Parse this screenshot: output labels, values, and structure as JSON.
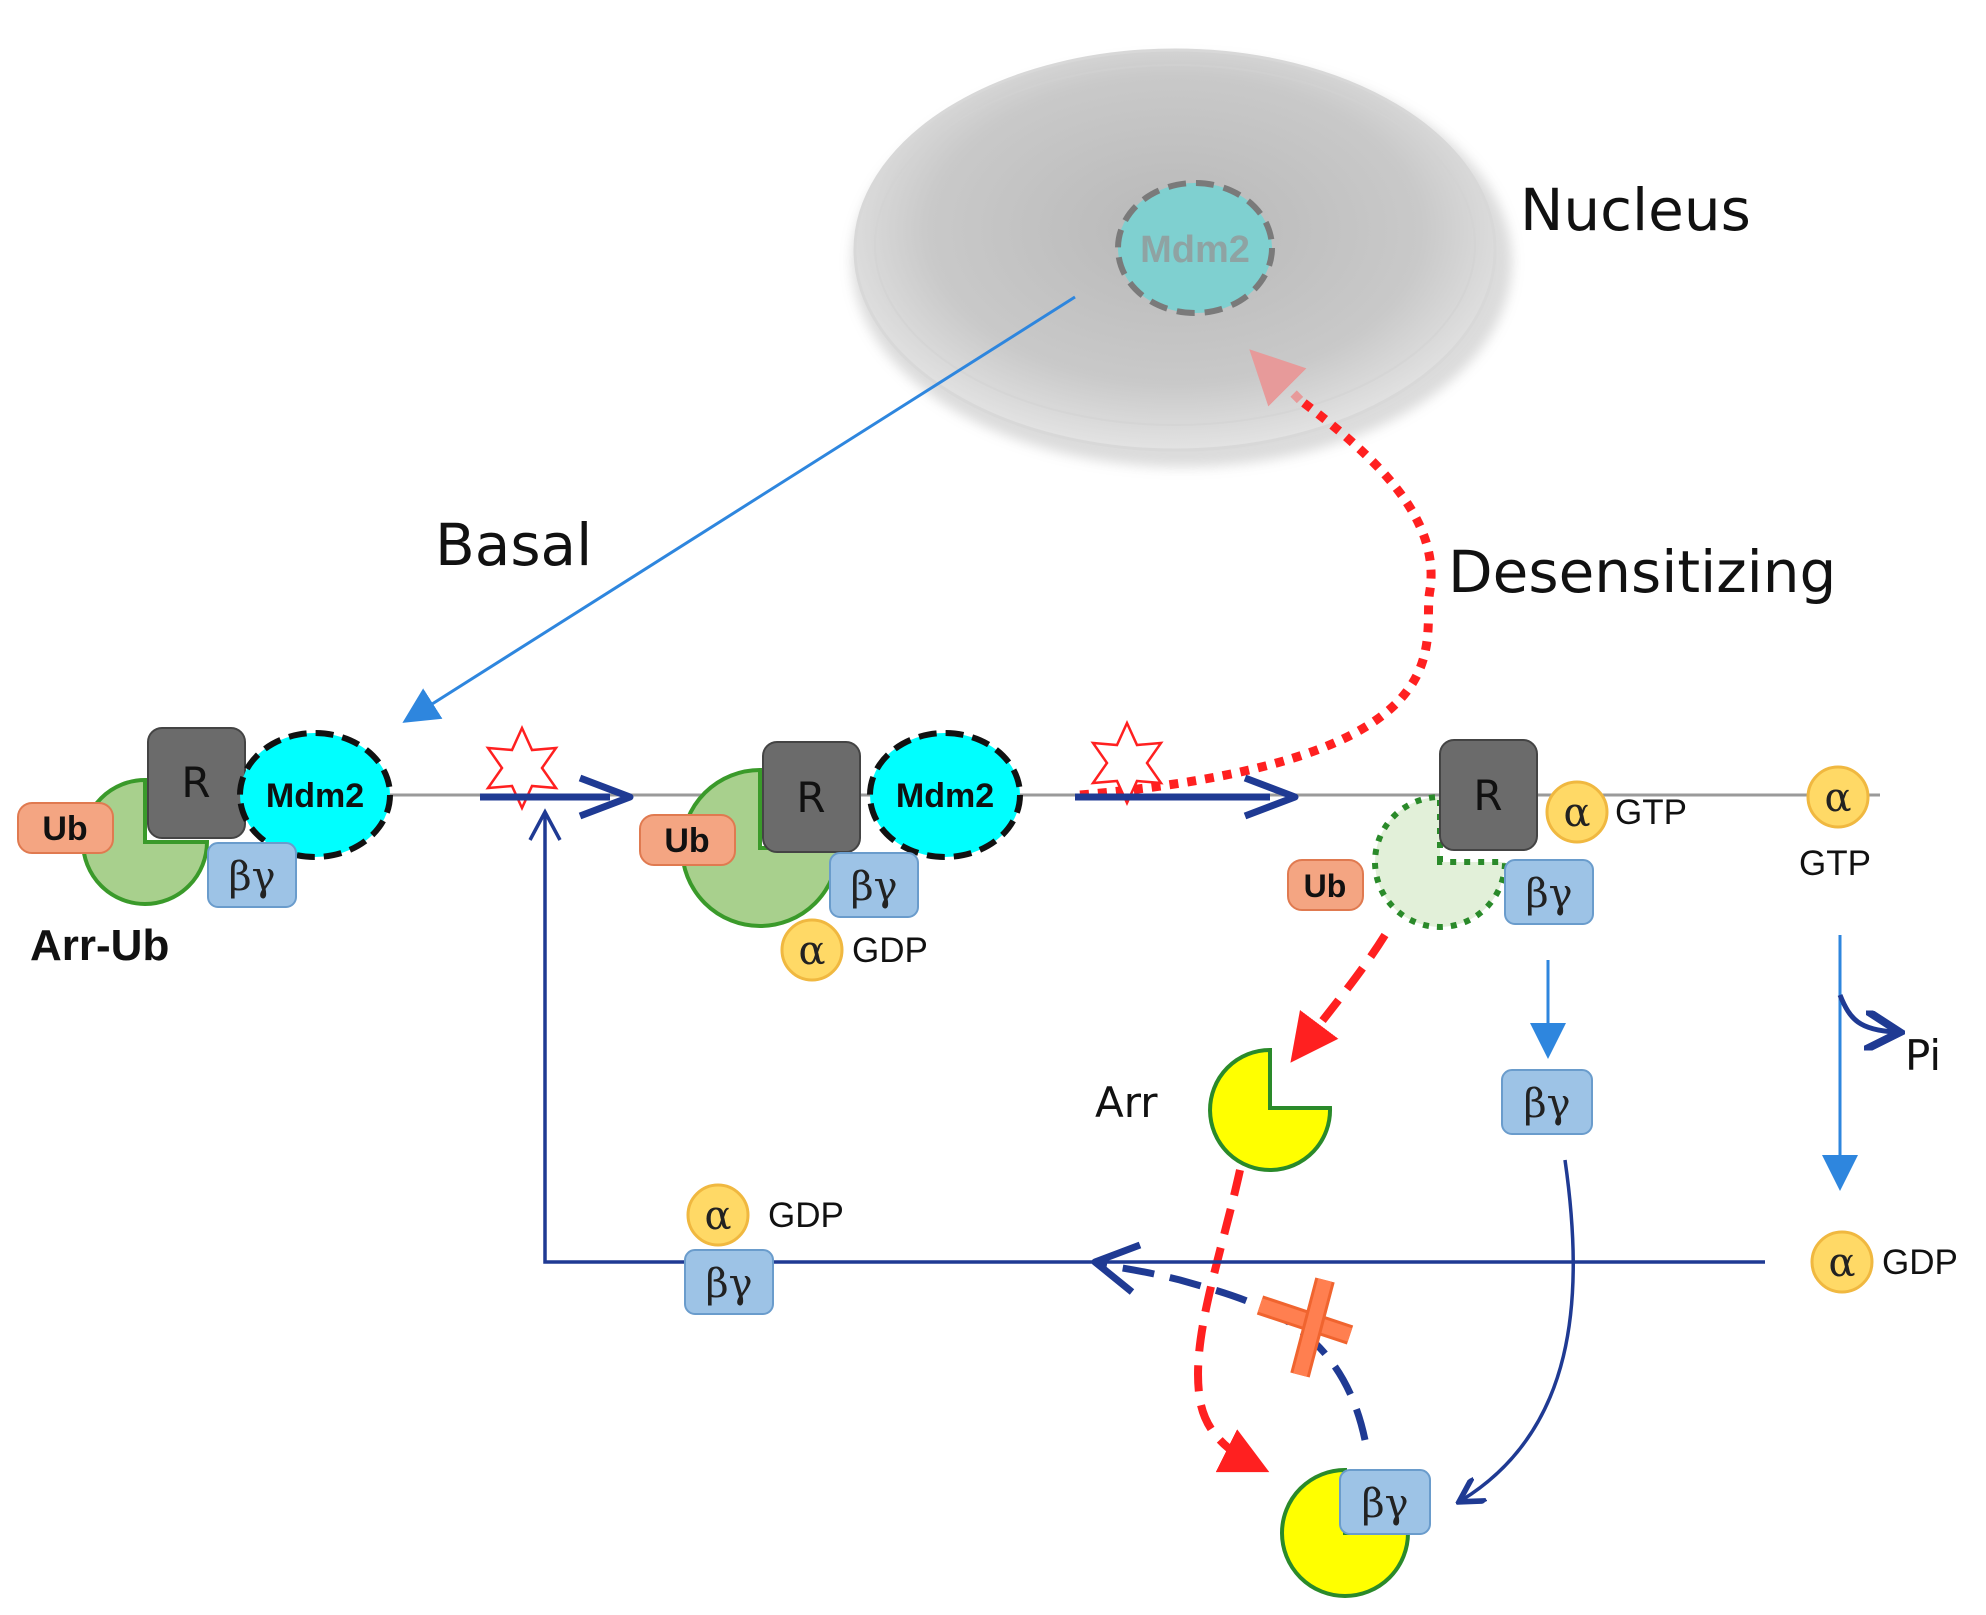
{
  "labels": {
    "nucleus": "Nucleus",
    "basal": "Basal",
    "desensitizing": "Desensitizing",
    "arr_ub": "Arr-Ub",
    "arr": "Arr",
    "pi": "Pi"
  },
  "proteins": {
    "mdm2": "Mdm2",
    "receptor": "R",
    "ubiquitin": "Ub",
    "beta_gamma": "βγ",
    "alpha": "α",
    "gtp": "GTP",
    "gdp": "GDP"
  },
  "colors": {
    "mdm2_fill": "#00ffff",
    "arrestin_fill": "#ffff00",
    "arrestin_ub_fill": "#a8d08d",
    "receptor_fill": "#6b6b6b",
    "ub_fill": "#f4a582",
    "beta_gamma_fill": "#9dc3e6",
    "alpha_fill": "#ffd966",
    "pathway_blue": "#1f3a93",
    "light_blue": "#2e86de",
    "desensitizing_red": "#ff2020"
  }
}
